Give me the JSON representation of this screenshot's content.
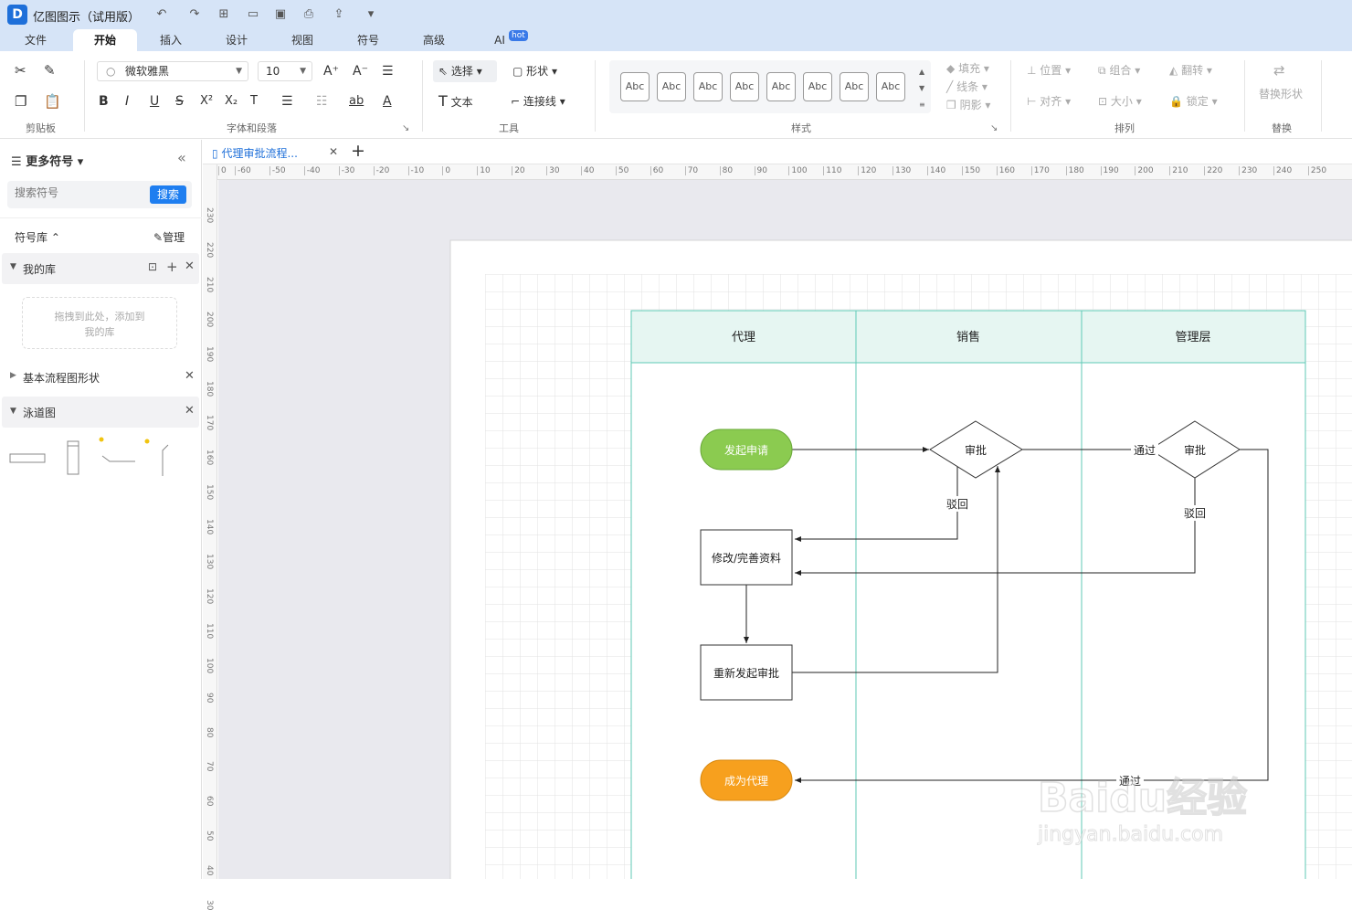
{
  "app": {
    "title": "亿图图示（试用版）",
    "logo_letter": "D"
  },
  "menu": {
    "tabs": [
      "文件",
      "开始",
      "插入",
      "设计",
      "视图",
      "符号",
      "高级",
      "AI"
    ],
    "active": "开始",
    "hot_badge": "hot"
  },
  "ribbon": {
    "font_name": "微软雅黑",
    "font_size": "10",
    "select_label": "选择",
    "shape_label": "形状",
    "text_label": "文本",
    "connector_label": "连接线",
    "style_sample": "Abc",
    "fill_label": "填充",
    "line_label": "线条",
    "shadow_label": "阴影",
    "position_label": "位置",
    "group_label": "组合",
    "flip_label": "翻转",
    "replace_shape_label": "替换形状",
    "align_label": "对齐",
    "size_label": "大小",
    "lock_label": "锁定",
    "groups": {
      "clipboard": "剪贴板",
      "font": "字体和段落",
      "tools": "工具",
      "styles": "样式",
      "arrange": "排列",
      "replace": "替换"
    }
  },
  "sidebar": {
    "header": "更多符号",
    "search_placeholder": "搜索符号",
    "search_button": "搜索",
    "library_label": "符号库",
    "manage_label": "管理",
    "my_library": "我的库",
    "drop_hint": "拖拽到此处，添加到我的库",
    "basic_flowchart": "基本流程图形状",
    "swimlane": "泳道图"
  },
  "document": {
    "tab_title": "代理审批流程..."
  },
  "rulers": {
    "horizontal": [
      "0",
      "-60",
      "-50",
      "-40",
      "-30",
      "-20",
      "-10",
      "0",
      "10",
      "20",
      "30",
      "40",
      "50",
      "60",
      "70",
      "80",
      "90",
      "100",
      "110",
      "120",
      "130",
      "140",
      "150",
      "160",
      "170",
      "180",
      "190",
      "200",
      "210",
      "220",
      "230",
      "240",
      "250"
    ],
    "vertical": [
      "230",
      "220",
      "210",
      "200",
      "190",
      "180",
      "170",
      "160",
      "150",
      "140",
      "130",
      "120",
      "110",
      "100",
      "90",
      "80",
      "70",
      "60",
      "50",
      "40",
      "30"
    ]
  },
  "diagram": {
    "lanes": [
      "代理",
      "销售",
      "管理层"
    ],
    "nodes": {
      "start": "发起申请",
      "sales_review": "审批",
      "mgmt_review": "审批",
      "revise": "修改/完善资料",
      "resubmit": "重新发起审批",
      "end": "成为代理"
    },
    "labels": {
      "reject_sales": "驳回",
      "reject_mgmt": "驳回",
      "pass_sales": "通过",
      "pass_mgmt": "通过"
    },
    "colors": {
      "lane_header": "#e6f6f2",
      "lane_border": "#5fc9b6",
      "start": "#8bcb50",
      "end": "#f7a01e"
    }
  },
  "watermark": {
    "brand": "Baidu经验",
    "url": "jingyan.baidu.com"
  }
}
